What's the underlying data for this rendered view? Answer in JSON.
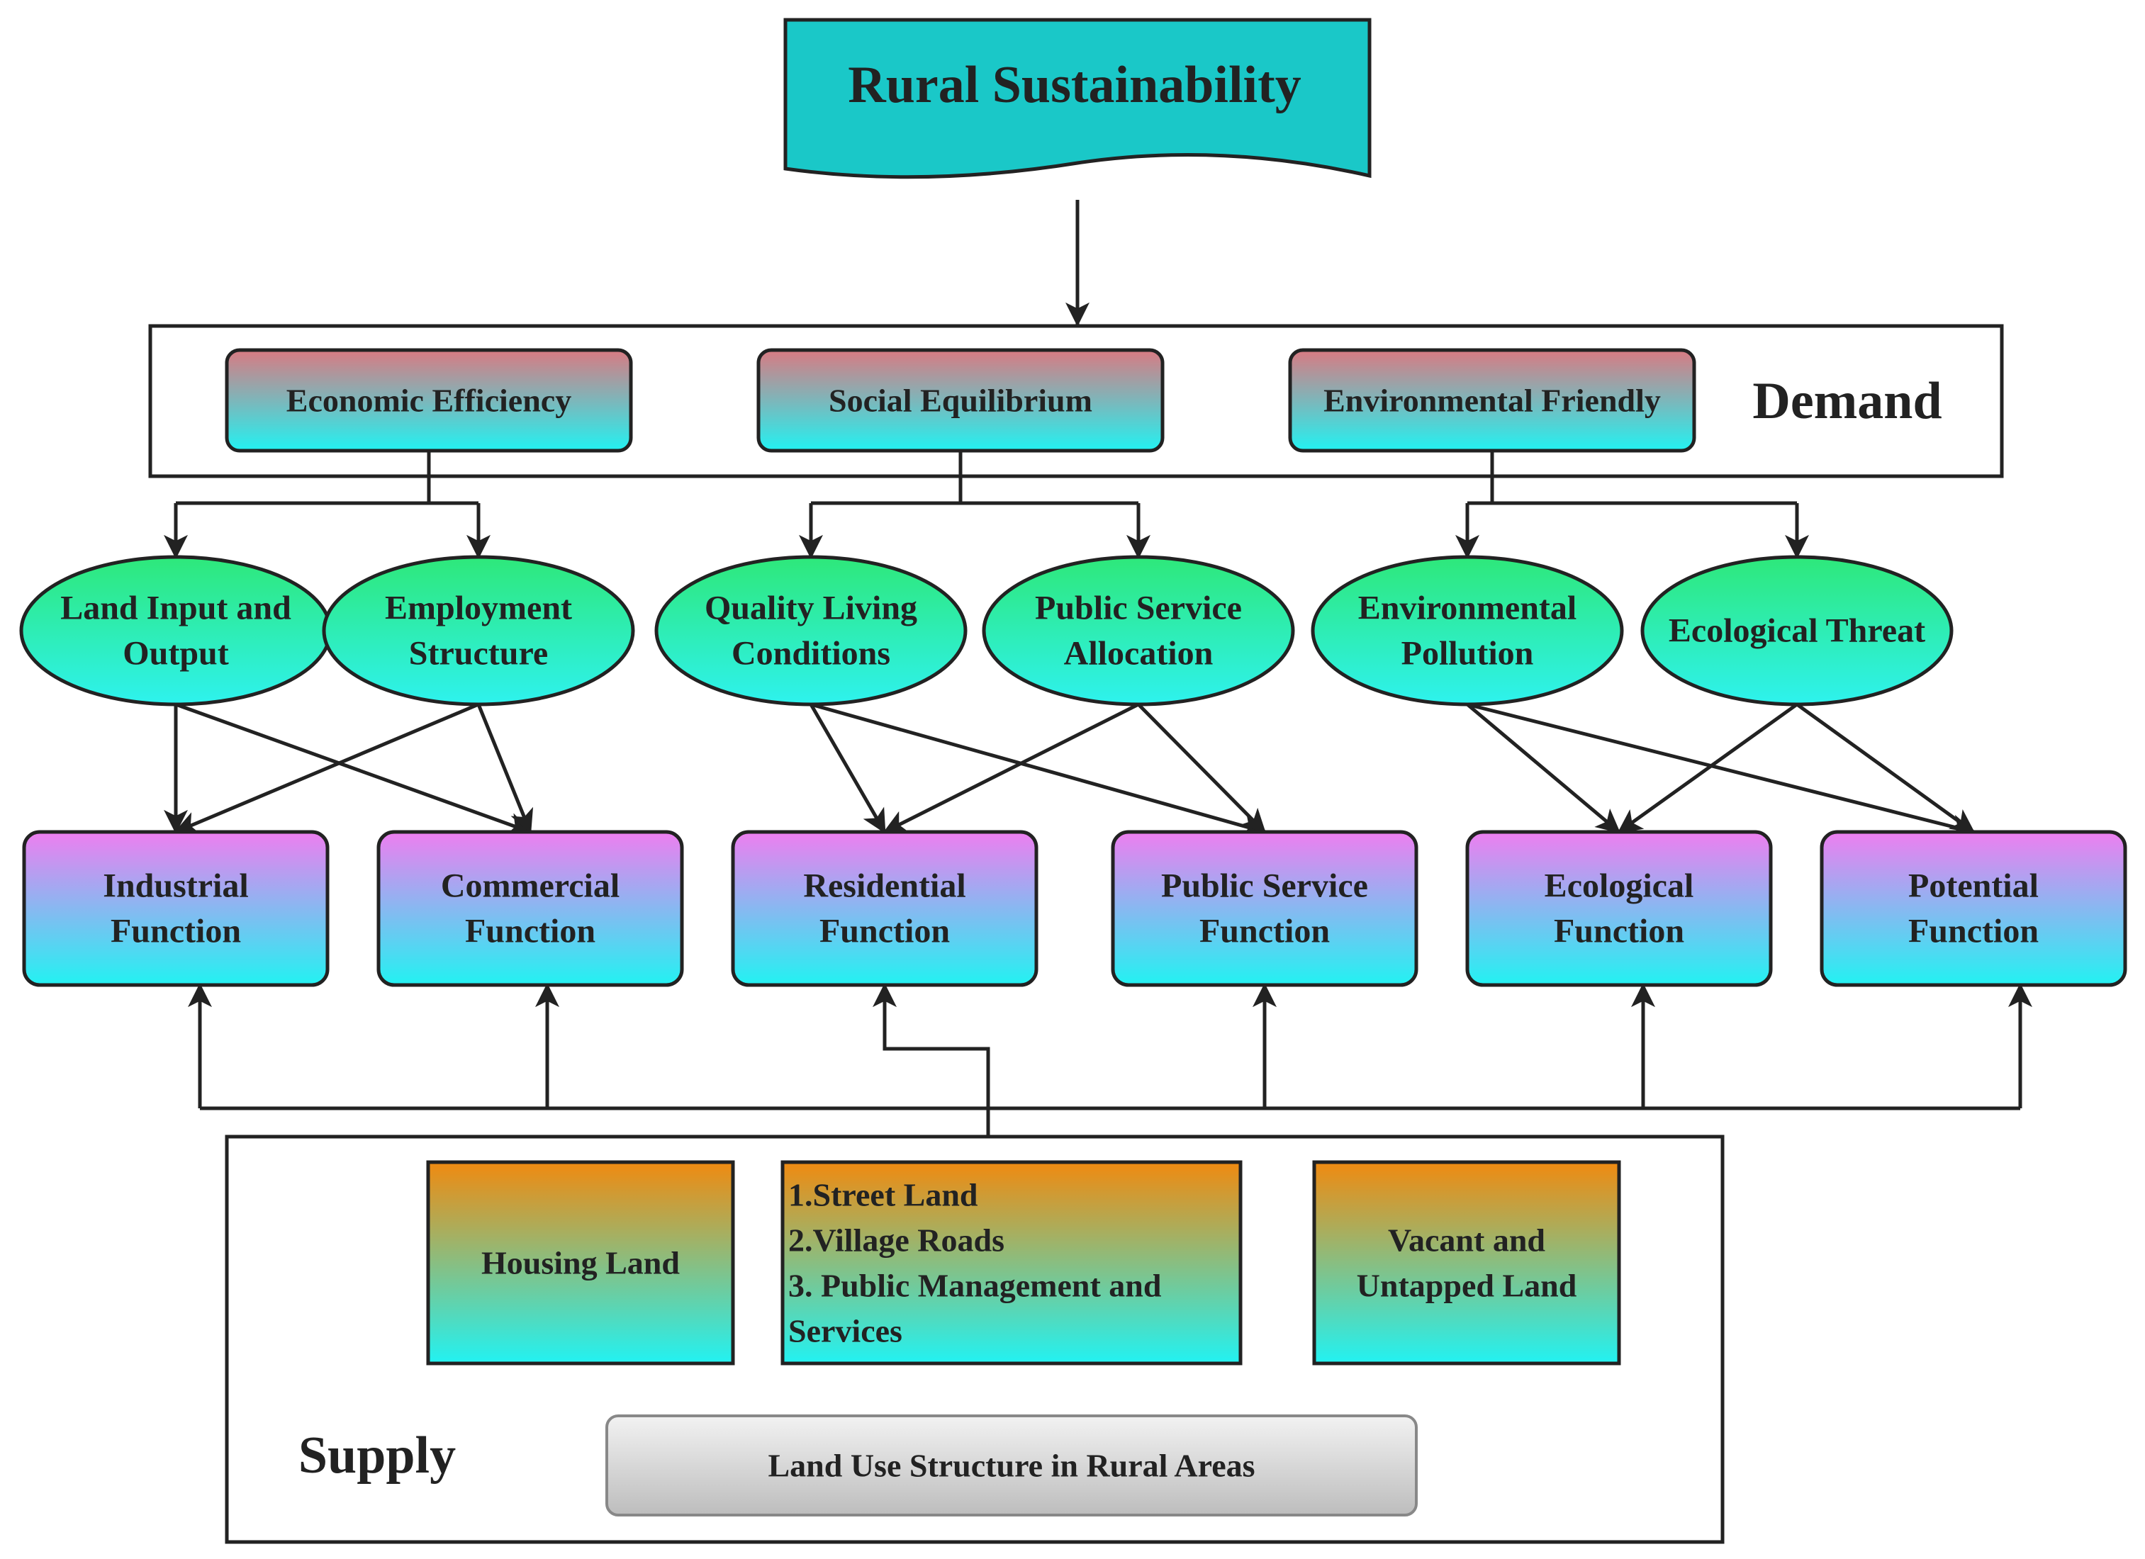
{
  "title": "Rural Sustainability",
  "demand": {
    "label": "Demand",
    "categories": [
      "Economic Efficiency",
      "Social Equilibrium",
      "Environmental Friendly"
    ]
  },
  "indicators": [
    [
      "Land Input and",
      "Output"
    ],
    [
      "Employment",
      "Structure"
    ],
    [
      "Quality Living",
      "Conditions"
    ],
    [
      "Public Service",
      "Allocation"
    ],
    [
      "Environmental",
      "Pollution"
    ],
    [
      "Ecological Threat"
    ]
  ],
  "functions": [
    [
      "Industrial",
      "Function"
    ],
    [
      "Commercial",
      "Function"
    ],
    [
      "Residential",
      "Function"
    ],
    [
      "Public Service",
      "Function"
    ],
    [
      "Ecological",
      "Function"
    ],
    [
      "Potential",
      "Function"
    ]
  ],
  "supply": {
    "label": "Supply",
    "land_types": [
      [
        "Housing Land"
      ],
      [
        "1.Street Land",
        "2.Village Roads",
        "3. Public Management and",
        "Services"
      ],
      [
        "Vacant and",
        "Untapped Land"
      ]
    ],
    "base": "Land Use Structure in Rural Areas"
  },
  "colors": {
    "title_fill": "#1ac8c8",
    "category_top": "#d97a82",
    "category_bottom": "#22f2f2",
    "indicator_top": "#2ee87a",
    "indicator_bottom": "#2ef2ee",
    "function_top": "#ee7ef0",
    "function_bottom": "#22f2f2",
    "land_top": "#f08a10",
    "land_bottom": "#22f2f2",
    "base_top": "#f2f2f2",
    "base_bottom": "#bdbdbd",
    "stroke": "#222222"
  }
}
